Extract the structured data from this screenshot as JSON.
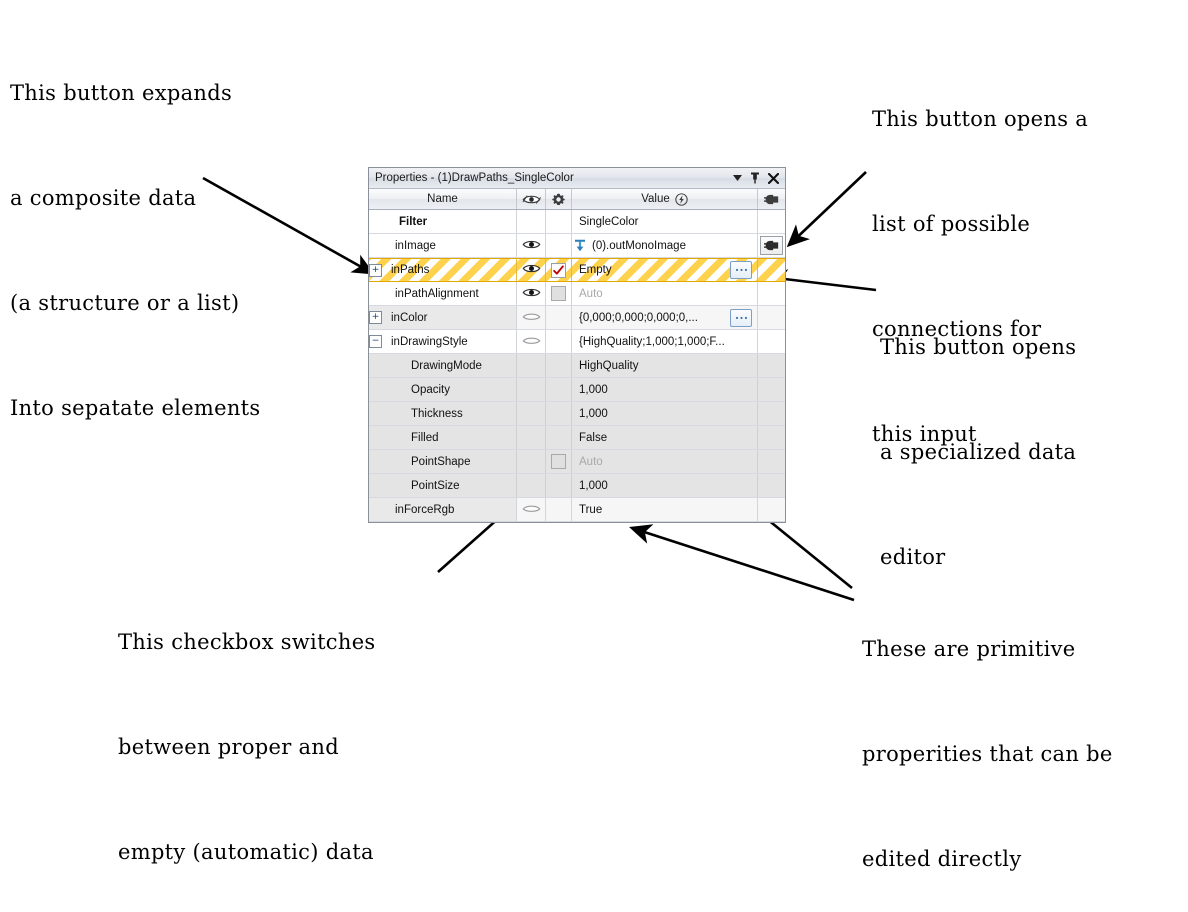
{
  "panel": {
    "title": "Properties - (1)DrawPaths_SingleColor",
    "titlebar_buttons": [
      {
        "name": "dropdown-caret",
        "glyph": "▼"
      },
      {
        "name": "pin",
        "glyph": "╤"
      },
      {
        "name": "close",
        "glyph": "✕"
      }
    ],
    "columns": {
      "name": "Name",
      "eye_icon": "eye-icon",
      "gear_icon": "gear-icon",
      "value": "Value",
      "value_icon": "lightning-icon",
      "plug_icon": "plug-icon"
    },
    "rows": [
      {
        "name": "Filter",
        "indent": "filter",
        "bold": true,
        "expander": null,
        "eye": "none",
        "gear": "none",
        "value": "SingleColor",
        "value_muted": false,
        "value_icon": null,
        "ellipsis": false,
        "plug": false,
        "style": "white"
      },
      {
        "name": "inImage",
        "indent": "level1",
        "expander": null,
        "eye": "open",
        "gear": "none",
        "value": "(0).outMonoImage",
        "value_muted": false,
        "value_icon": "link-down-icon",
        "ellipsis": false,
        "plug": true,
        "style": "white"
      },
      {
        "name": "inPaths",
        "indent": "expandable",
        "expander": "+",
        "eye": "open",
        "gear": "checked",
        "value": "Empty",
        "value_muted": false,
        "value_icon": null,
        "ellipsis": true,
        "plug": false,
        "style": "hatched"
      },
      {
        "name": "inPathAlignment",
        "indent": "level1",
        "expander": null,
        "eye": "open",
        "gear": "unchecked",
        "value": "Auto",
        "value_muted": true,
        "value_icon": null,
        "ellipsis": false,
        "plug": false,
        "style": "white"
      },
      {
        "name": "inColor",
        "indent": "expandable",
        "expander": "+",
        "eye": "closed",
        "gear": "none",
        "value": "{0,000;0,000;0,000;0,...",
        "value_muted": false,
        "value_icon": null,
        "ellipsis": true,
        "plug": false,
        "style": "shaded"
      },
      {
        "name": "inDrawingStyle",
        "indent": "expandable",
        "expander": "−",
        "eye": "closed",
        "gear": "none",
        "value": "{HighQuality;1,000;1,000;F...",
        "value_muted": false,
        "value_icon": null,
        "ellipsis": false,
        "plug": false,
        "style": "white"
      },
      {
        "name": "DrawingMode",
        "indent": "child",
        "expander": null,
        "eye": "none",
        "gear": "none",
        "value": "HighQuality",
        "value_muted": false,
        "value_icon": null,
        "ellipsis": false,
        "plug": false,
        "style": "child"
      },
      {
        "name": "Opacity",
        "indent": "child",
        "expander": null,
        "eye": "none",
        "gear": "none",
        "value": "1,000",
        "value_muted": false,
        "value_icon": null,
        "ellipsis": false,
        "plug": false,
        "style": "child"
      },
      {
        "name": "Thickness",
        "indent": "child",
        "expander": null,
        "eye": "none",
        "gear": "none",
        "value": "1,000",
        "value_muted": false,
        "value_icon": null,
        "ellipsis": false,
        "plug": false,
        "style": "child"
      },
      {
        "name": "Filled",
        "indent": "child",
        "expander": null,
        "eye": "none",
        "gear": "none",
        "value": "False",
        "value_muted": false,
        "value_icon": null,
        "ellipsis": false,
        "plug": false,
        "style": "child"
      },
      {
        "name": "PointShape",
        "indent": "child",
        "expander": null,
        "eye": "none",
        "gear": "unchecked",
        "value": "Auto",
        "value_muted": true,
        "value_icon": null,
        "ellipsis": false,
        "plug": false,
        "style": "child"
      },
      {
        "name": "PointSize",
        "indent": "child",
        "expander": null,
        "eye": "none",
        "gear": "none",
        "value": "1,000",
        "value_muted": false,
        "value_icon": null,
        "ellipsis": false,
        "plug": false,
        "style": "child"
      },
      {
        "name": "inForceRgb",
        "indent": "level1",
        "expander": null,
        "eye": "closed",
        "gear": "none",
        "value": "True",
        "value_muted": false,
        "value_icon": null,
        "ellipsis": false,
        "plug": false,
        "style": "shaded"
      }
    ]
  },
  "annotations": {
    "top_left": [
      "This button expands",
      "a composite data",
      "(a structure or a list)",
      "Into sepatate elements"
    ],
    "top_right": [
      "This button opens a",
      "list of possible",
      "connections for",
      "this input"
    ],
    "mid_right": [
      "This button opens",
      "a specialized data",
      "editor"
    ],
    "bottom_left": [
      "This checkbox switches",
      "between proper and",
      "empty (automatic) data"
    ],
    "bottom_right": [
      "These are primitive",
      "properities that can be",
      "edited directly"
    ]
  },
  "colors": {
    "highlight": "#ffd24d",
    "checkmark": "#c00000",
    "link_icon": "#2e7fb8",
    "accent_button": "#3a6ea5"
  }
}
